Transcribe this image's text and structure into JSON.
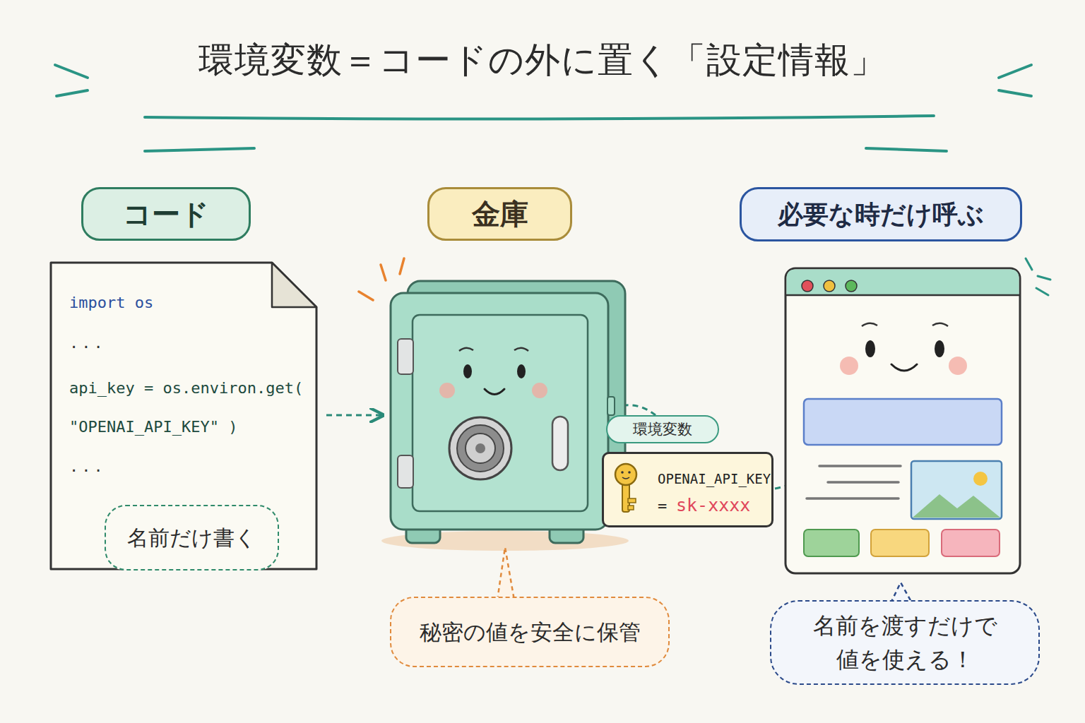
{
  "diagram": {
    "title": "環境変数＝コードの外に置く「設定情報」",
    "nodes": [
      {
        "text": [
          "コード"
        ]
      },
      {
        "text": [
          "import os",
          "...",
          "api_key = os.environ.get( \"OPENAI_API_KEY\" )",
          "..."
        ]
      },
      {
        "text": [
          "名前だけ書く"
        ],
        "in": 1
      },
      {
        "text": [
          "金庫"
        ]
      },
      {
        "text": [
          "環境変数"
        ]
      },
      {
        "text": [
          "OPENAI_API_KEY",
          "=",
          "sk-xxxx"
        ]
      },
      {
        "text": [
          "秘密の値を安全に保管"
        ]
      },
      {
        "text": [
          "必要な時だけ呼ぶ"
        ]
      },
      {
        "text": [
          "名前を渡すだけで 値を使える！"
        ]
      }
    ]
  }
}
